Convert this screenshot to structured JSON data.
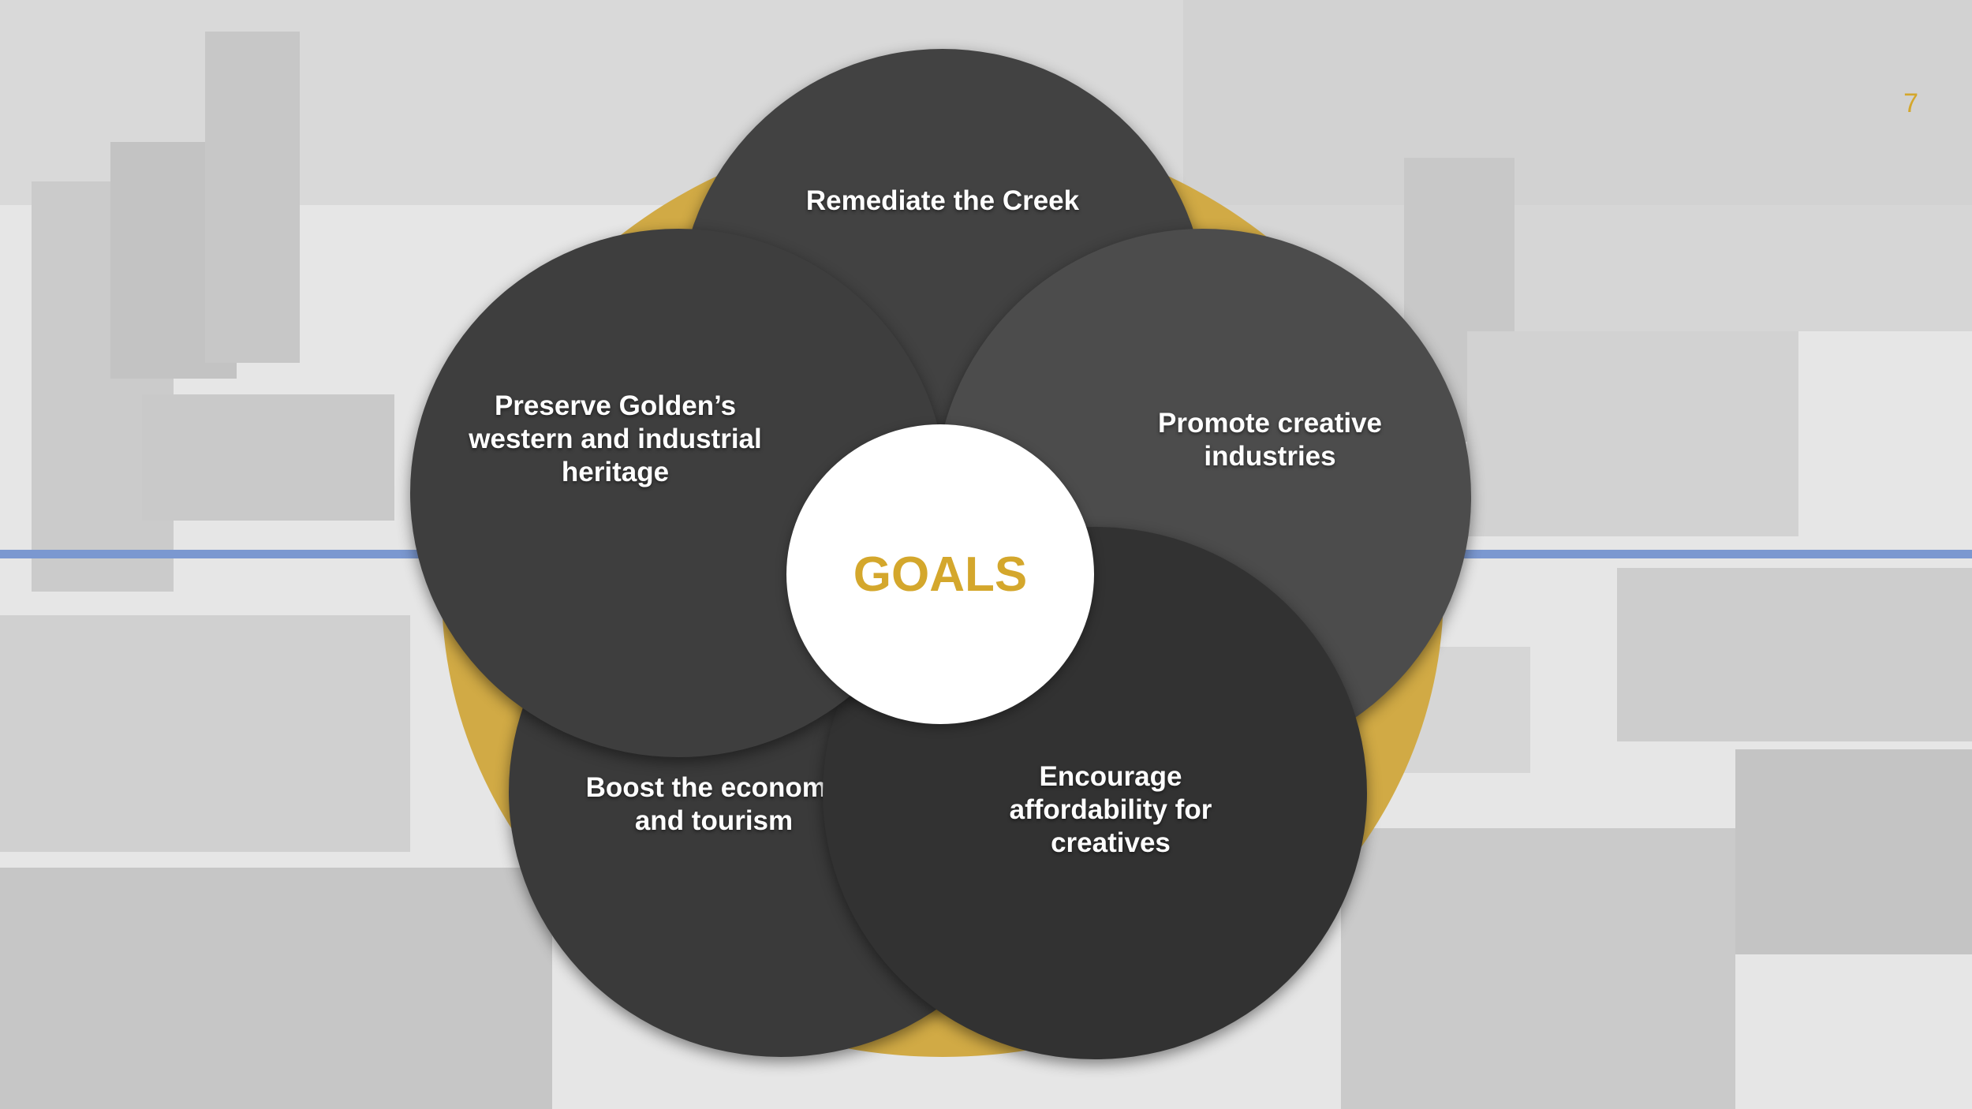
{
  "page_number": "7",
  "colors": {
    "accent_gold": "#d4a72c",
    "divider_blue": "#7b98d0"
  },
  "diagram": {
    "center": "GOALS",
    "goals": [
      "Remediate the Creek",
      "Promote creative\nindustries",
      "Encourage\naffordability for\ncreatives",
      "Boost the economy\nand tourism",
      "Preserve Golden’s\nwestern and industrial\nheritage"
    ]
  }
}
